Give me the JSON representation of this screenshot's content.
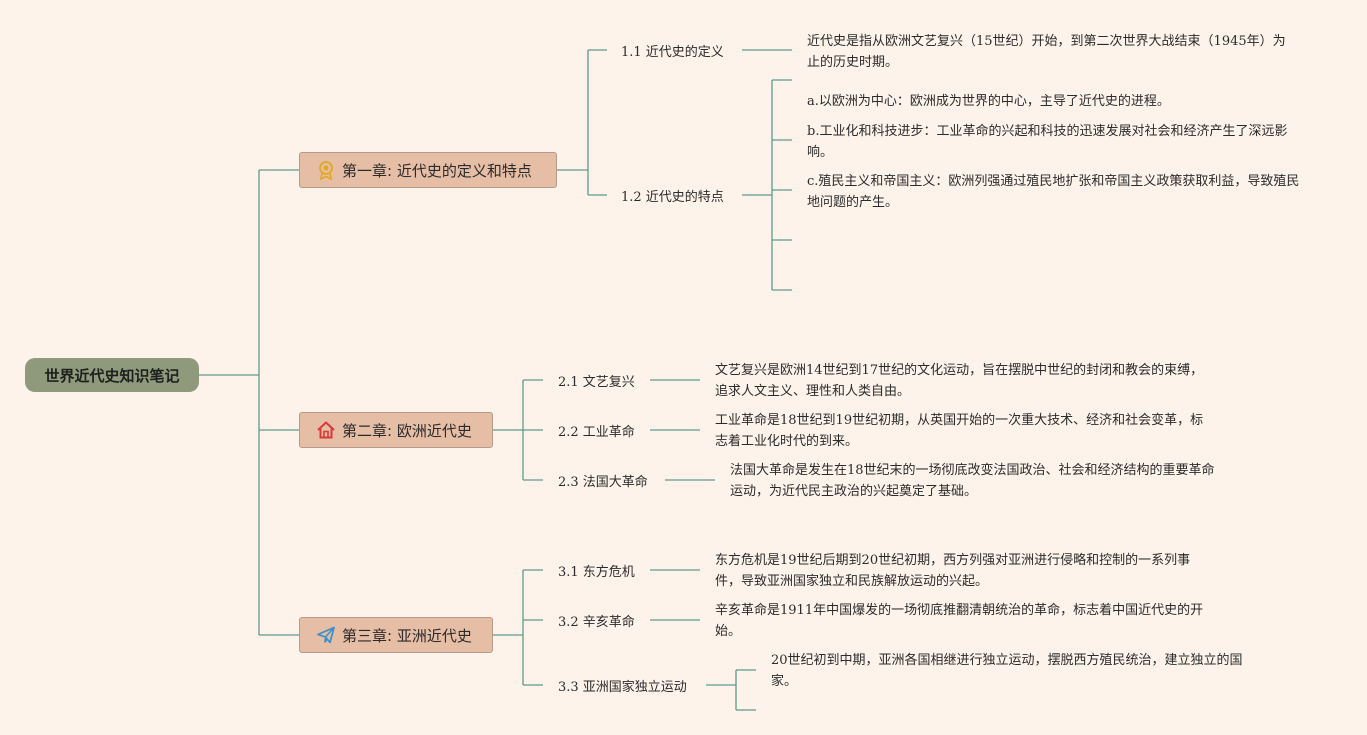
{
  "root": {
    "title": "世界近代史知识笔记"
  },
  "chapters": [
    {
      "title": "第一章: 近代史的定义和特点",
      "icon": "award-ribbon-icon",
      "topics": [
        {
          "label": "1.1 近代史的定义",
          "desc": "近代史是指从欧洲文艺复兴（15世纪）开始，到第二次世界大战结束（1945年）为止的历史时期。"
        },
        {
          "label": "1.2 近代史的特点",
          "points": [
            "a.以欧洲为中心：欧洲成为世界的中心，主导了近代史的进程。",
            "b.工业化和科技进步：工业革命的兴起和科技的迅速发展对社会和经济产生了深远影响。",
            "c.殖民主义和帝国主义：欧洲列强通过殖民地扩张和帝国主义政策获取利益，导致殖民地问题的产生。"
          ]
        }
      ]
    },
    {
      "title": "第二章: 欧洲近代史",
      "icon": "home-icon",
      "topics": [
        {
          "label": "2.1 文艺复兴",
          "desc": "文艺复兴是欧洲14世纪到17世纪的文化运动，旨在摆脱中世纪的封闭和教会的束缚，追求人文主义、理性和人类自由。"
        },
        {
          "label": "2.2 工业革命",
          "desc": "工业革命是18世纪到19世纪初期，从英国开始的一次重大技术、经济和社会变革，标志着工业化时代的到来。"
        },
        {
          "label": "2.3 法国大革命",
          "desc": "法国大革命是发生在18世纪末的一场彻底改变法国政治、社会和经济结构的重要革命运动，为近代民主政治的兴起奠定了基础。"
        }
      ]
    },
    {
      "title": "第三章: 亚洲近代史",
      "icon": "paper-plane-icon",
      "topics": [
        {
          "label": "3.1 东方危机",
          "desc": "东方危机是19世纪后期到20世纪初期，西方列强对亚洲进行侵略和控制的一系列事件，导致亚洲国家独立和民族解放运动的兴起。"
        },
        {
          "label": "3.2 辛亥革命",
          "desc": "辛亥革命是1911年中国爆发的一场彻底推翻清朝统治的革命，标志着中国近代史的开始。"
        },
        {
          "label": "3.3 亚洲国家独立运动",
          "desc": "20世纪初到中期，亚洲各国相继进行独立运动，摆脱西方殖民统治，建立独立的国家。"
        }
      ]
    }
  ],
  "colors": {
    "background": "#fdf3ea",
    "line": "#5f9a8e",
    "root": "#8f9a7c",
    "chapter": "#e6bda5"
  }
}
